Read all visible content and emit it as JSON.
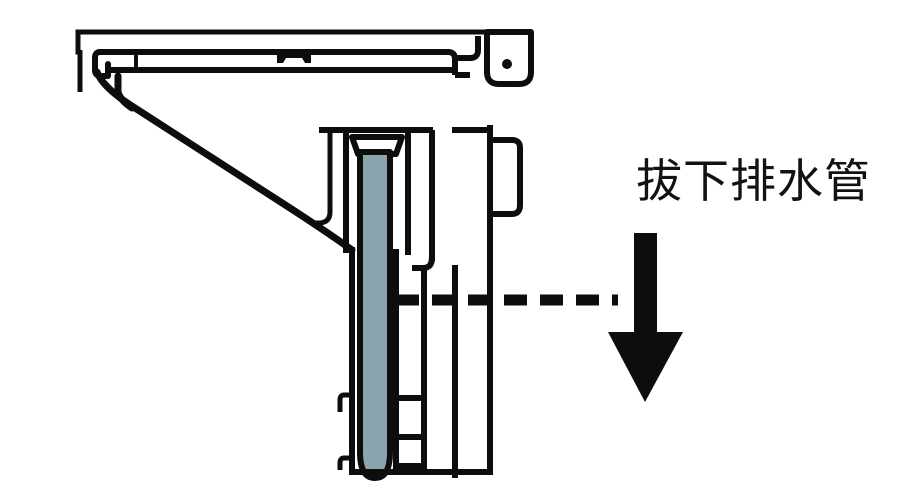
{
  "diagram": {
    "title_text": "拔下排水管",
    "colors": {
      "stroke": "#0d0d0d",
      "background": "#ffffff",
      "pipe_fill": "#8aa5ad",
      "pipe_stroke": "#0d0d0d",
      "arrow": "#0d0d0d",
      "dashed_line": "#0d0d0d"
    },
    "annotation": {
      "label": "拔下排水管",
      "arrow_direction": "down",
      "dashed_guide": "horizontal"
    },
    "parts": {
      "housing_label": "housing-outline",
      "bracket_label": "support-bracket",
      "pipe_label": "drain-pipe",
      "mount_tab_label": "mounting-tab",
      "screw_hole_label": "screw-hole",
      "pipe_cap_label": "pipe-collar"
    }
  }
}
